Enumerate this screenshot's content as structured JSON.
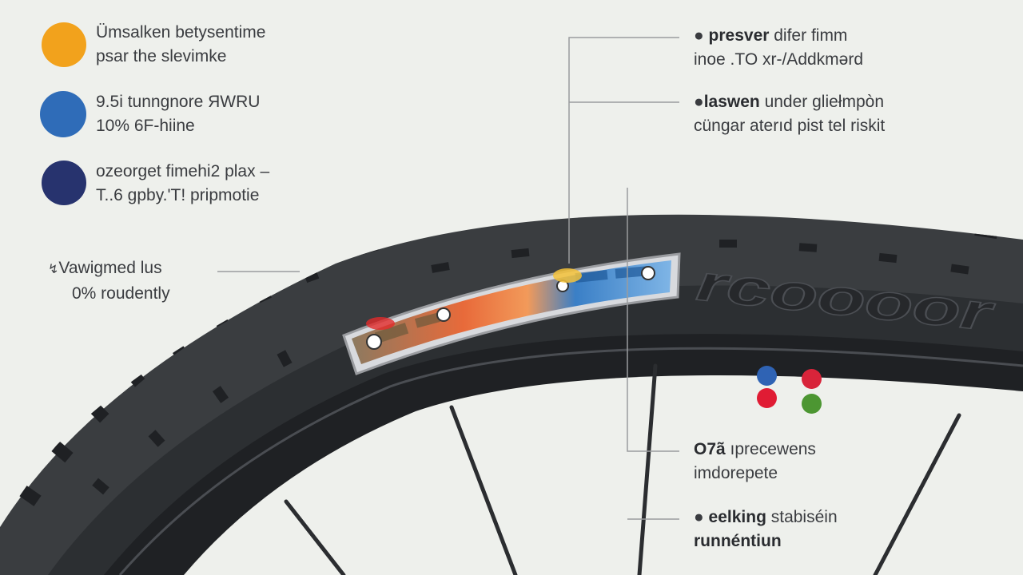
{
  "legend": [
    {
      "line1": "Ümsalken betysentime",
      "line2": "psar the slevimke",
      "color": "#f2a21c",
      "icon": "orange-blob-icon"
    },
    {
      "line1": "9.5i tunngnore ЯWRU",
      "line2": "10% 6F-hiine",
      "color": "#2f6cb8",
      "icon": "blue-blob-icon"
    },
    {
      "line1": "ozeorget fimehi2 plax –",
      "line2": "T..6 gpby.'T! pripmotie",
      "color": "#27336e",
      "icon": "navy-blob-icon"
    }
  ],
  "left_callout": {
    "prefix": "↯",
    "line1": "Vawigmed lus",
    "line2": "0% roudently"
  },
  "right_callouts": [
    {
      "bold": "presver",
      "rest1": " difer fimm",
      "line2": "inoe .TO xr-/Addkmərd"
    },
    {
      "bold": "laswen",
      "rest1": " under gliełmpòn",
      "line2": "cüngar aterıd pist tel riskit"
    },
    {
      "bold": "O7ã",
      "rest1": " ıprecewens",
      "line2": "imdorepete"
    },
    {
      "bold": "eelking",
      "rest1": " stabiséin",
      "line2": "runnéntiun"
    }
  ],
  "status_dots": [
    "#2f63b4",
    "#d8243a",
    "#e01c34",
    "#4c9632"
  ],
  "sidewall_text": "rcoooor",
  "colors": {
    "tire": "#3a3d40",
    "tire_dark": "#232528",
    "rim": "#1e2023",
    "background": "#eef0ec"
  }
}
